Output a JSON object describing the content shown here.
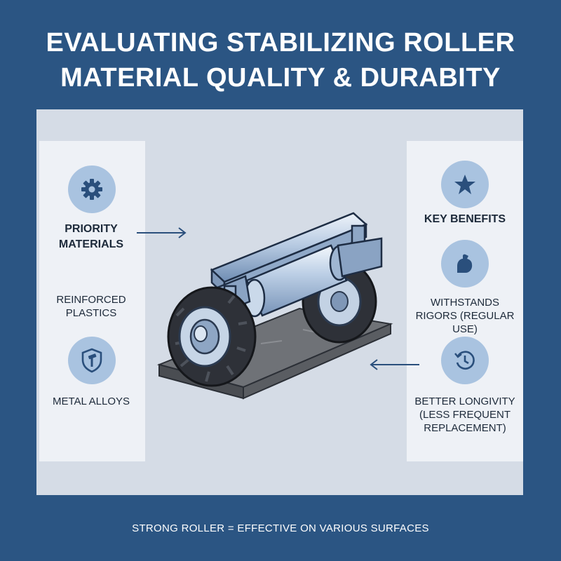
{
  "title": {
    "line1": "EVALUATING STABILIZING ROLLER",
    "line2": "MATERIAL QUALITY & DURABITY"
  },
  "left": {
    "heading": "PRIORITY MATERIALS",
    "items": [
      {
        "label": "REINFORCED PLASTICS"
      },
      {
        "label": "METAL ALLOYS",
        "icon": "shield-hammer-icon"
      }
    ],
    "heading_icon": "gear-icon"
  },
  "right": {
    "heading": "KEY BENEFITS",
    "heading_icon": "star-icon",
    "items": [
      {
        "label": "WITHSTANDS RIGORS (REGULAR USE)",
        "icon": "flexed-arm-icon"
      },
      {
        "label": "BETTER LONGIVITY (LESS FREQUENT REPLACEMENT)",
        "icon": "clock-history-icon"
      }
    ]
  },
  "footer": "STRONG ROLLER = EFFECTIVE ON VARIOUS SURFACES",
  "colors": {
    "background": "#2b5583",
    "panel": "#d5dce6",
    "icon_circle": "#a9c3e0",
    "icon": "#2a4f7c"
  }
}
